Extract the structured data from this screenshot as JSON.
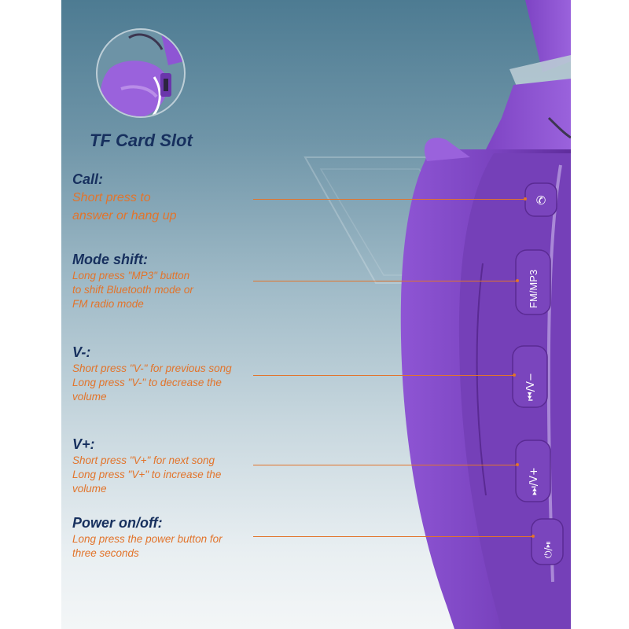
{
  "tf_card": {
    "title": "TF Card Slot"
  },
  "features": [
    {
      "key": "call",
      "heading": "Call:",
      "description": "Short press to\nanswer or hang up"
    },
    {
      "key": "mode",
      "heading": "Mode shift:",
      "description": "Long press \"MP3\" button\nto shift Bluetooth mode or\nFM radio mode"
    },
    {
      "key": "vminus",
      "heading": "V-:",
      "description": "Short press \"V-\" for previous song\nLong press \"V-\" to decrease the\nvolume"
    },
    {
      "key": "vplus",
      "heading": "V+:",
      "description": "Short press \"V+\" for next song\nLong press \"V+\" to increase the\nvolume"
    },
    {
      "key": "power",
      "heading": "Power on/off:",
      "description": "Long press the power button for\nthree seconds"
    }
  ],
  "buttons": {
    "mode_label": "FM/MP3",
    "vminus_label": "⏮/V−",
    "vplus_label": "⏭/V+",
    "power_label": "⏻/⏯"
  },
  "colors": {
    "heading": "#17305e",
    "accent": "#e2742b",
    "headphone": "#8a4fcb",
    "bg_top": "#4d7b92",
    "bg_bottom": "#f3f6f7"
  }
}
